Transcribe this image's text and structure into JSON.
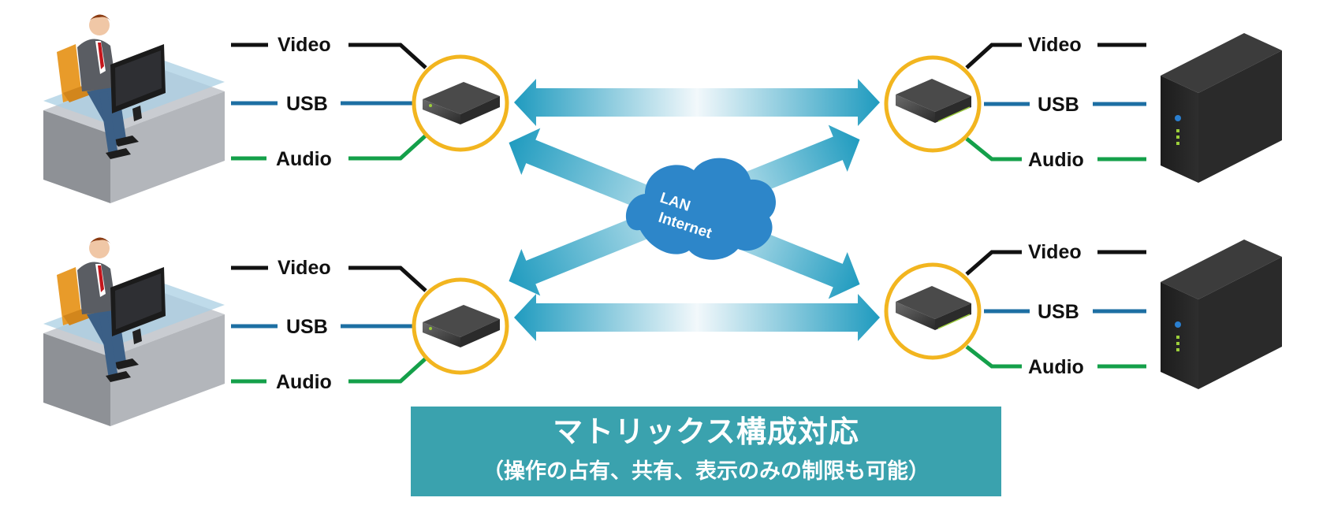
{
  "cloud": {
    "line1": "LAN",
    "line2": "Internet"
  },
  "labels": {
    "video": "Video",
    "usb": "USB",
    "audio": "Audio"
  },
  "banner": {
    "title": "マトリックス構成対応",
    "subtitle": "（操作の占有、共有、表示のみの制限も可能）"
  },
  "colors": {
    "video_line": "#111111",
    "usb_line": "#1d6fa3",
    "audio_line": "#14a04a",
    "ring": "#f2b51f",
    "arrow": "#1f9bbf",
    "cloud": "#2d86c9",
    "banner": "#3aa2ae"
  }
}
